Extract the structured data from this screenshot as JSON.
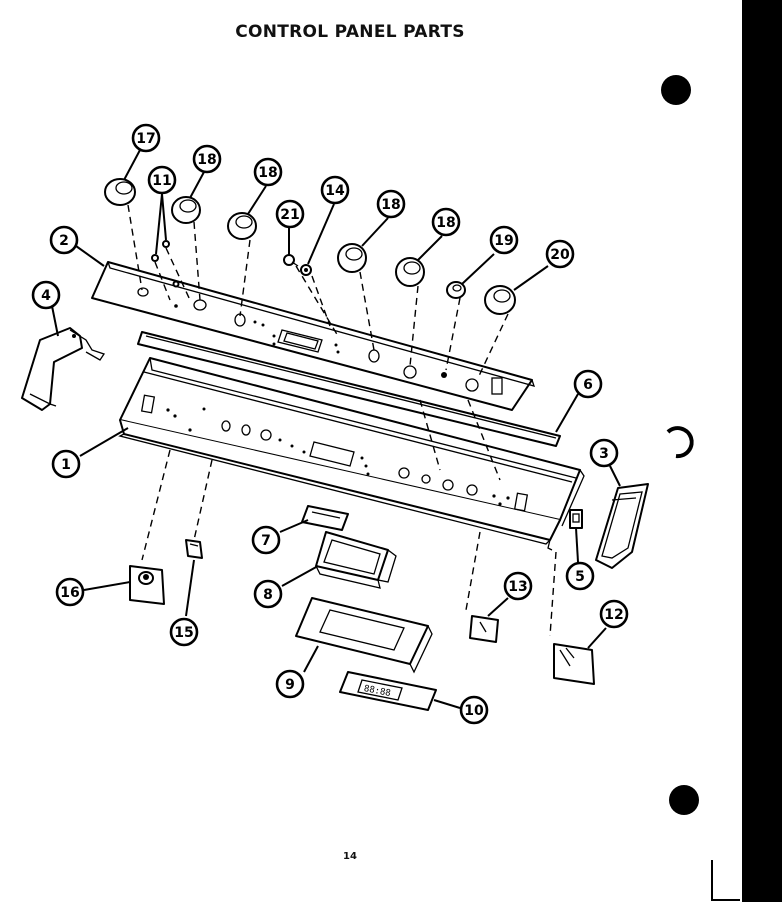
{
  "title": "CONTROL PANEL PARTS",
  "page_number": "14",
  "callouts": [
    "17",
    "11",
    "18",
    "18",
    "21",
    "14",
    "18",
    "18",
    "19",
    "20",
    "2",
    "4",
    "6",
    "3",
    "1",
    "5",
    "7",
    "8",
    "16",
    "15",
    "13",
    "12",
    "9",
    "10"
  ],
  "display_readout": "88:88"
}
